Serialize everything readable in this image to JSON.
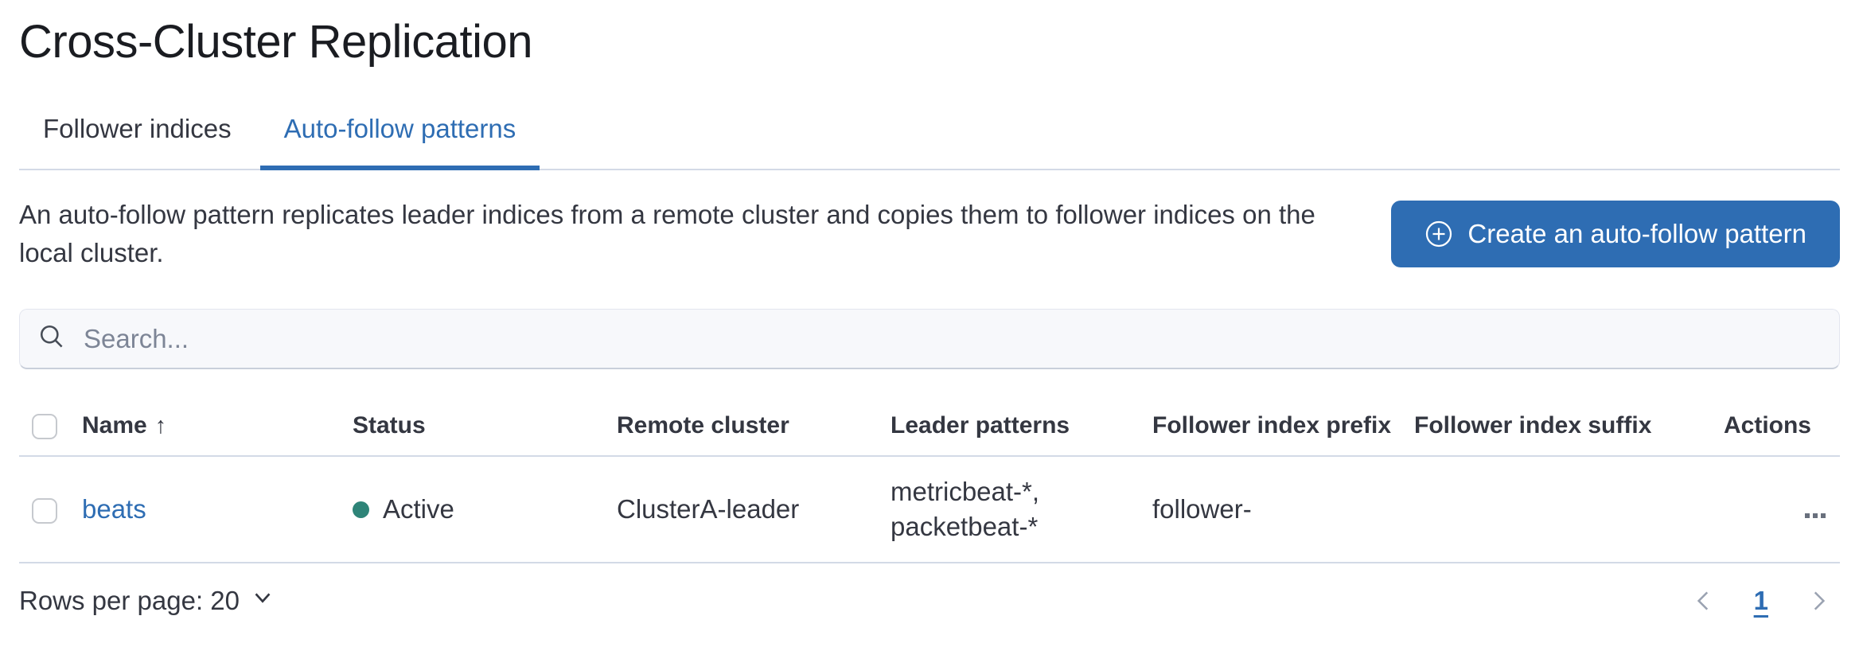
{
  "page": {
    "title": "Cross-Cluster Replication"
  },
  "tabs": [
    {
      "label": "Follower indices",
      "active": false
    },
    {
      "label": "Auto-follow patterns",
      "active": true
    }
  ],
  "description": "An auto-follow pattern replicates leader indices from a remote cluster and copies them to follower indices on the local cluster.",
  "create_button": {
    "label": "Create an auto-follow pattern",
    "icon": "plus-in-circle-icon"
  },
  "search": {
    "placeholder": "Search...",
    "value": ""
  },
  "table": {
    "columns": [
      "Name",
      "Status",
      "Remote cluster",
      "Leader patterns",
      "Follower index prefix",
      "Follower index suffix",
      "Actions"
    ],
    "sort": {
      "column": "Name",
      "direction": "ascending",
      "arrow": "↑"
    },
    "rows": [
      {
        "name": "beats",
        "status": "Active",
        "remote_cluster": "ClusterA-leader",
        "leader_patterns": "metricbeat-*, packetbeat-*",
        "follower_index_prefix": "follower-",
        "follower_index_suffix": ""
      }
    ]
  },
  "footer": {
    "rows_per_page_label": "Rows per page: 20",
    "pagination": {
      "current_page": "1"
    }
  },
  "colors": {
    "primary": "#2e6db3",
    "text": "#343741",
    "subdued": "#69707d",
    "border": "#d3dae6",
    "success_dot": "#2e8478"
  }
}
